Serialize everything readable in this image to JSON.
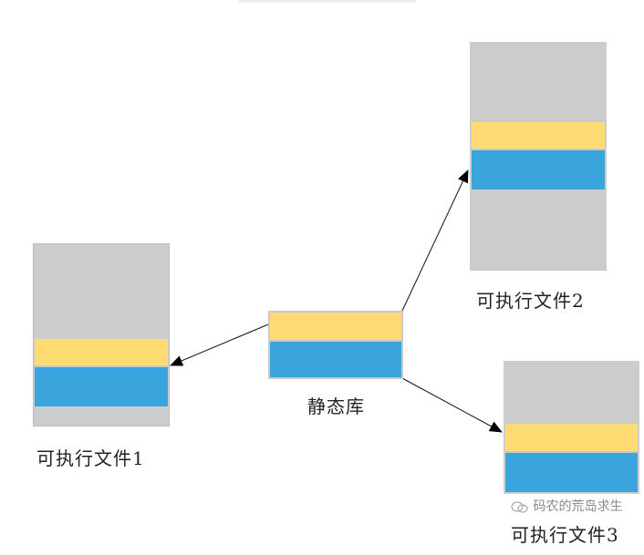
{
  "diagram": {
    "static_library": {
      "label": "静态库"
    },
    "executables": [
      {
        "label": "可执行文件1"
      },
      {
        "label": "可执行文件2"
      },
      {
        "label": "可执行文件3"
      }
    ],
    "watermark": {
      "text": "码农的荒岛求生"
    }
  },
  "colors": {
    "executable_fill": "#cccccc",
    "code_segment": "#ffdc73",
    "data_segment": "#3aa5dd",
    "arrow": "#000000"
  }
}
